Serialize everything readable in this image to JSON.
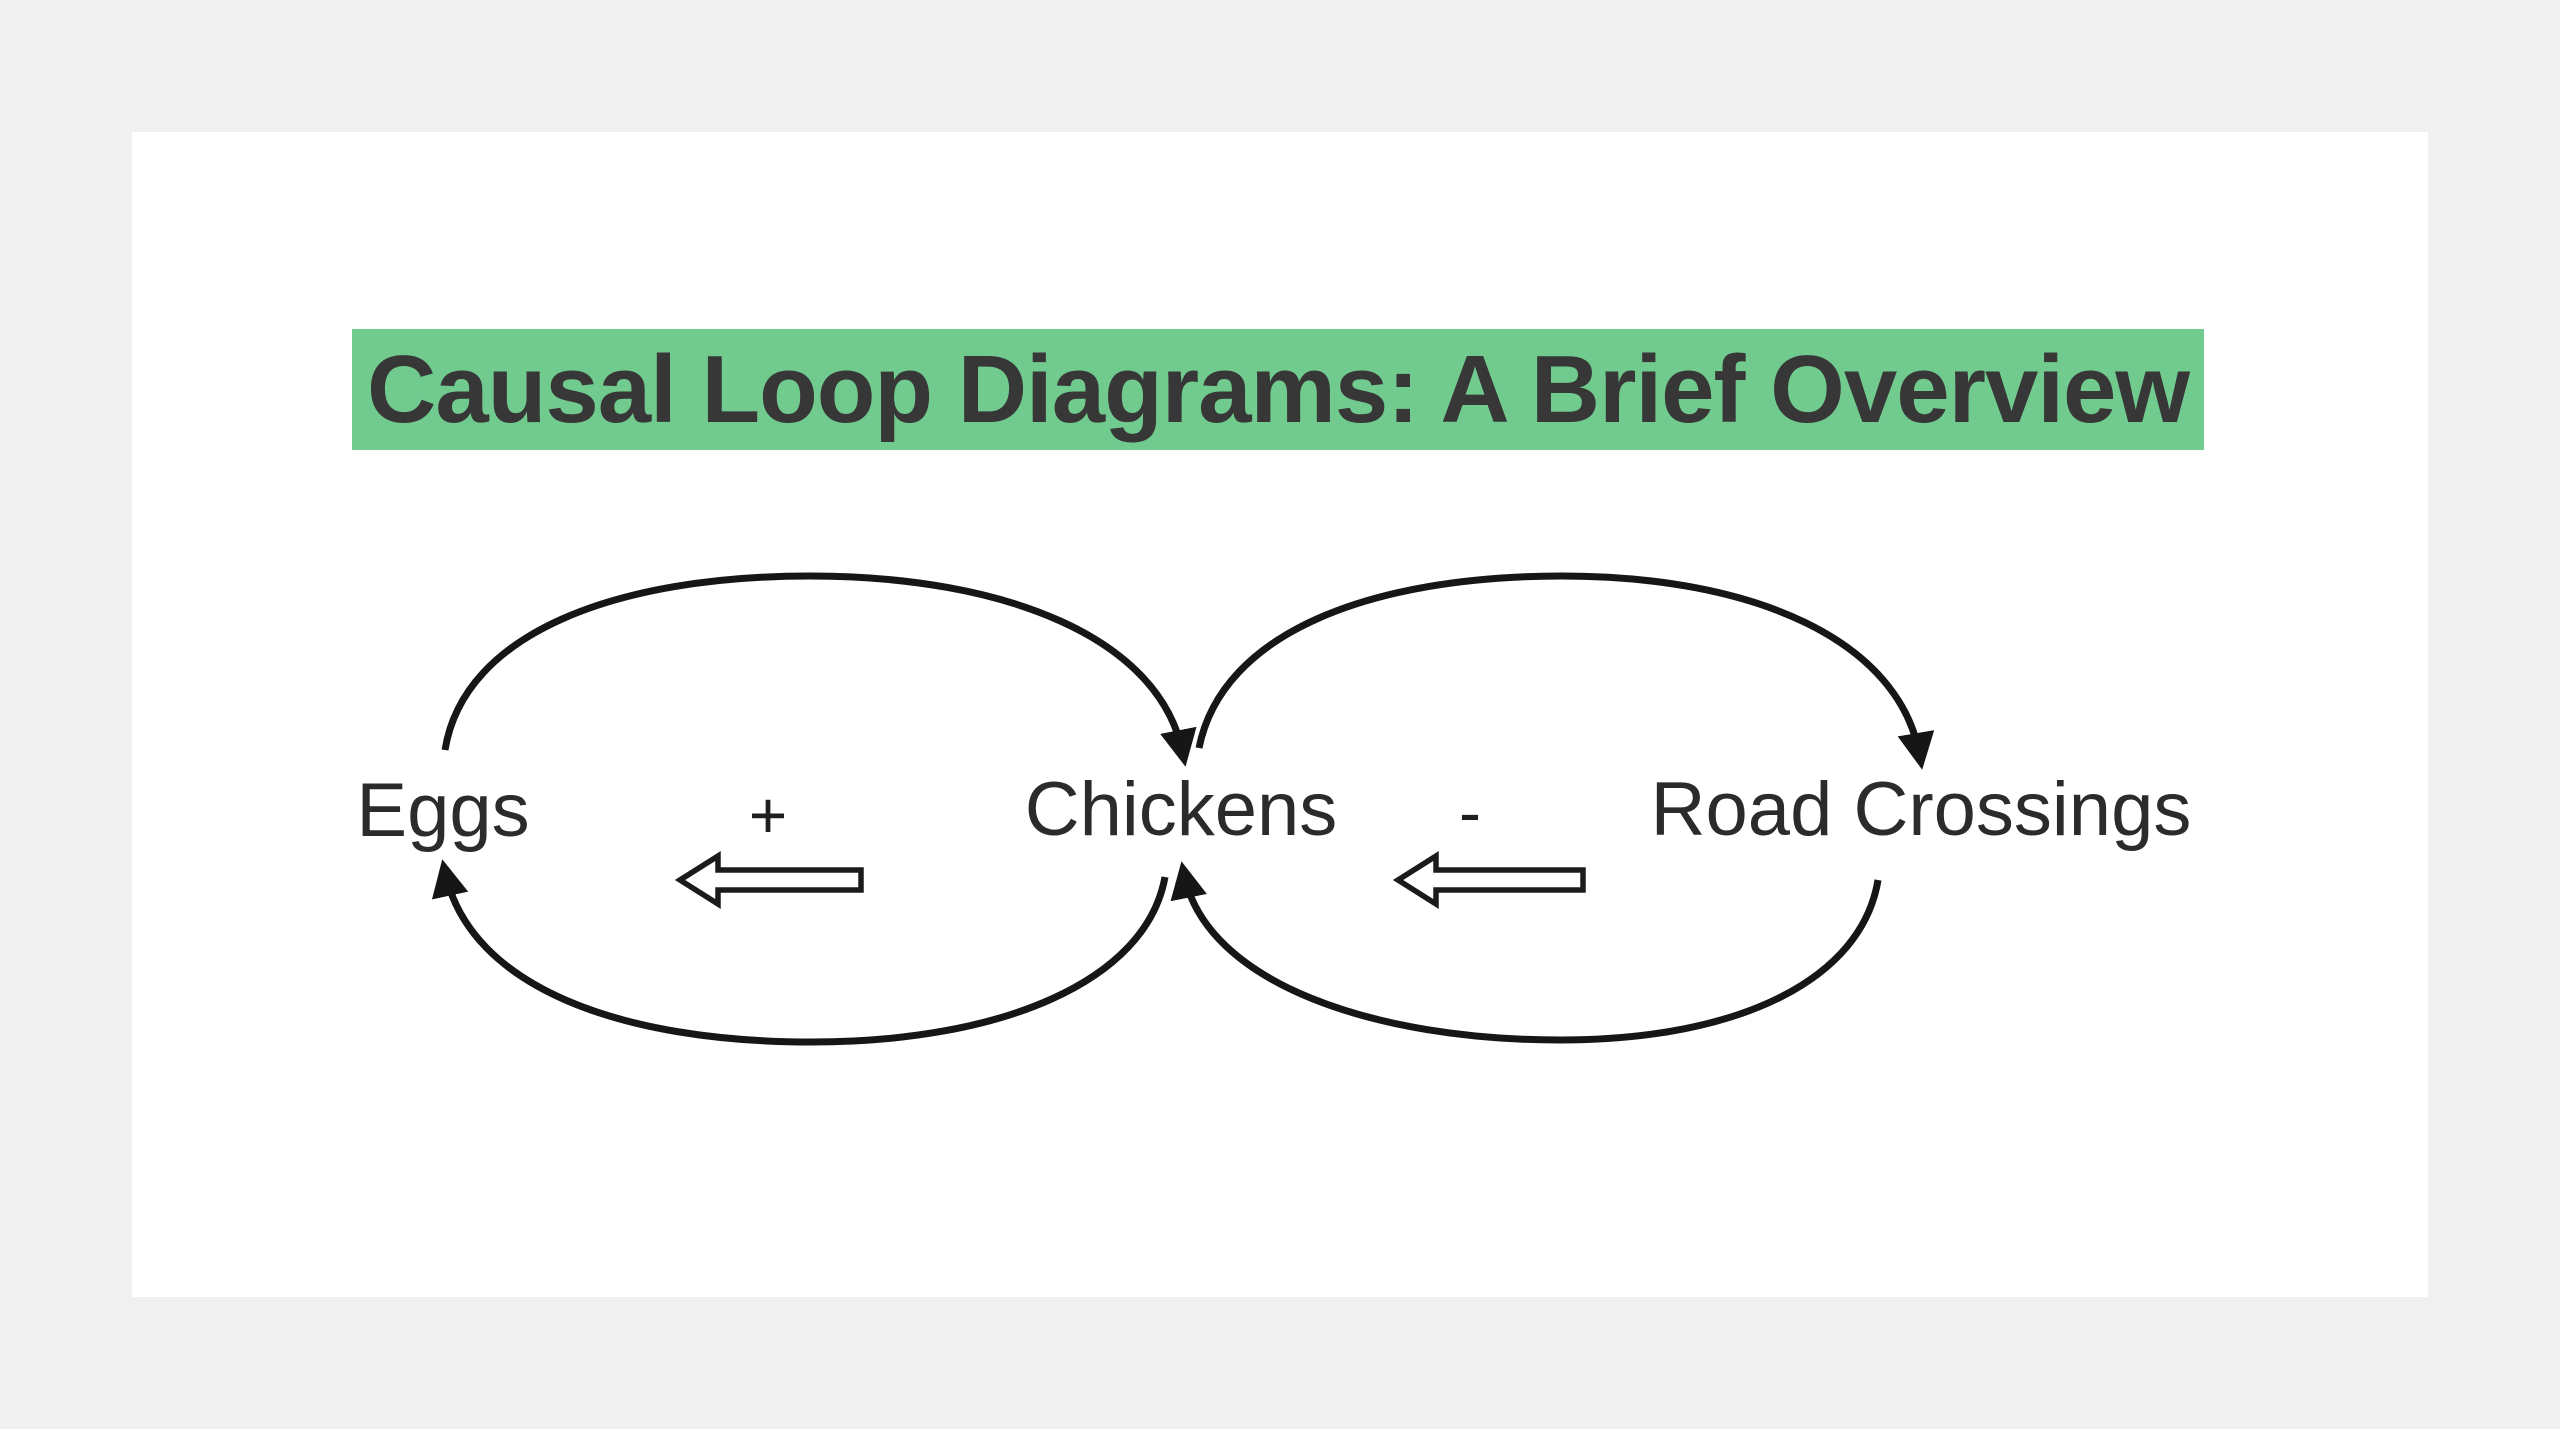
{
  "canvas": {
    "background_color": "#f0f0f1",
    "page_color": "#ffffff"
  },
  "title": {
    "text": "Causal Loop Diagrams: A Brief Overview",
    "highlight_color": "#72cb8e",
    "text_color": "#373737"
  },
  "diagram": {
    "type": "causal-loop",
    "stroke_color": "#161616",
    "nodes": [
      {
        "id": "eggs",
        "label": "Eggs"
      },
      {
        "id": "chickens",
        "label": "Chickens"
      },
      {
        "id": "road-crossings",
        "label": "Road Crossings"
      }
    ],
    "links": [
      {
        "from": "Eggs",
        "to": "Chickens",
        "path": "top arc",
        "arrowhead_at": "Chickens"
      },
      {
        "from": "Chickens",
        "to": "Eggs",
        "path": "bottom arc",
        "arrowhead_at": "Eggs"
      },
      {
        "from": "Chickens",
        "to": "Road Crossings",
        "path": "top arc",
        "arrowhead_at": "Road Crossings"
      },
      {
        "from": "Road Crossings",
        "to": "Chickens",
        "path": "bottom arc",
        "arrowhead_at": "Chickens"
      }
    ],
    "polarities": [
      {
        "symbol": "+",
        "position": "between Eggs and Chickens",
        "arrow_direction": "left"
      },
      {
        "symbol": "-",
        "position": "between Chickens and Road Crossings",
        "arrow_direction": "left"
      }
    ]
  }
}
